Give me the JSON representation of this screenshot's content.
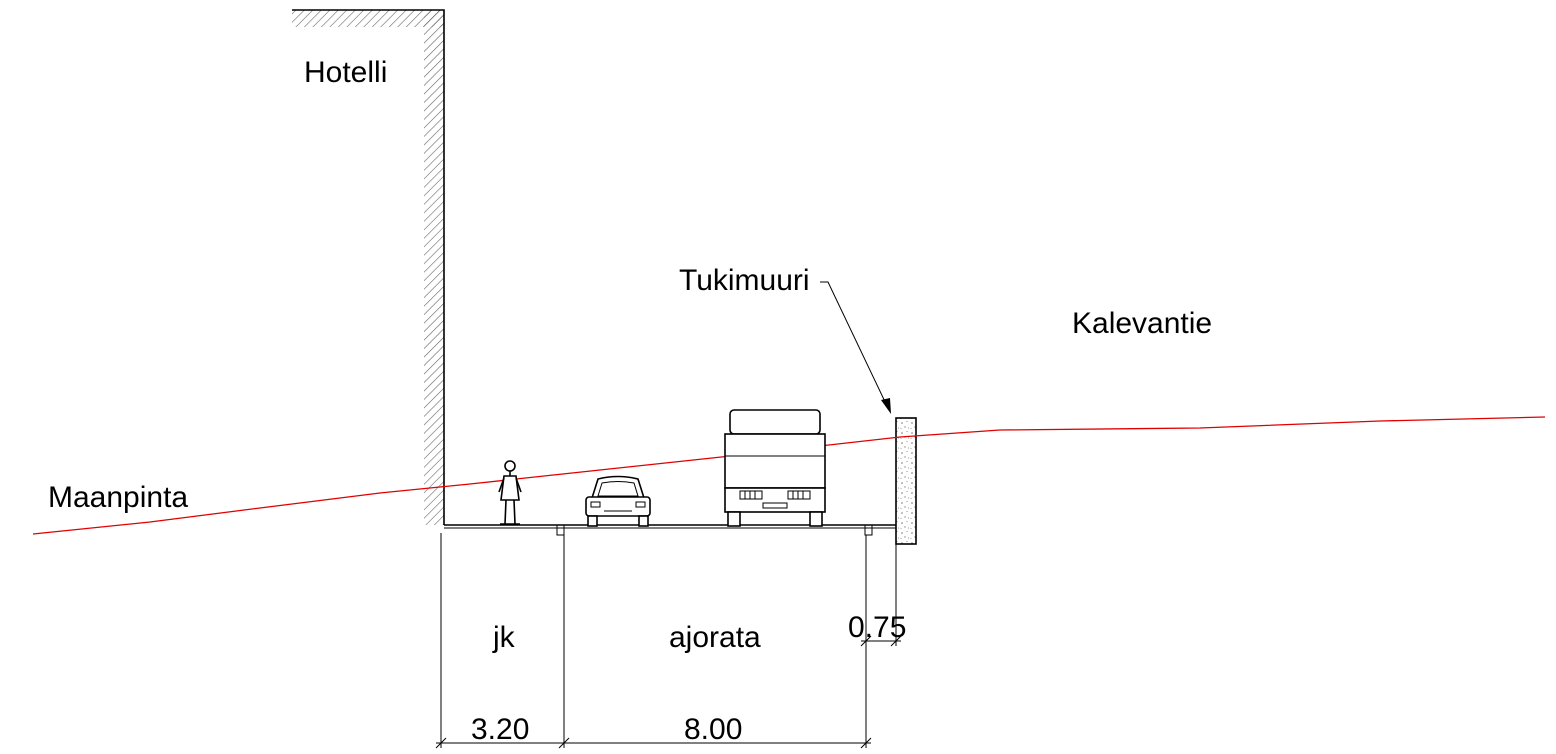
{
  "labels": {
    "building": "Hotelli",
    "retaining_wall": "Tukimuuri",
    "street": "Kalevantie",
    "ground_line": "Maanpinta",
    "sidewalk": "jk",
    "carriageway": "ajorata"
  },
  "dimensions": {
    "sidewalk_width": "3.20",
    "carriageway_width": "8.00",
    "gap_to_wall": "0.75"
  },
  "colors": {
    "ground_line": "#e00000",
    "ink": "#000000"
  },
  "icons": [
    "pedestrian-icon",
    "car-icon",
    "truck-icon"
  ]
}
